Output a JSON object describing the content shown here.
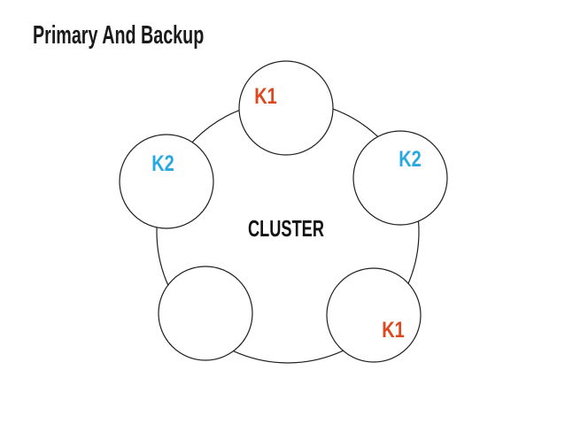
{
  "slide": {
    "title": "Primary And Backup"
  },
  "diagram": {
    "center_label": "CLUSTER",
    "nodes": [
      {
        "id": "top",
        "label": "K1"
      },
      {
        "id": "right",
        "label": "K2"
      },
      {
        "id": "bottom-right",
        "label": "K1"
      },
      {
        "id": "bottom-left",
        "label": ""
      },
      {
        "id": "left",
        "label": "K2"
      }
    ]
  },
  "colors": {
    "primary_label": "#E0471E",
    "backup_label": "#29A9E0",
    "outline": "#1F1F1F",
    "title_text": "#1A1A1A",
    "center_text": "#111111"
  }
}
